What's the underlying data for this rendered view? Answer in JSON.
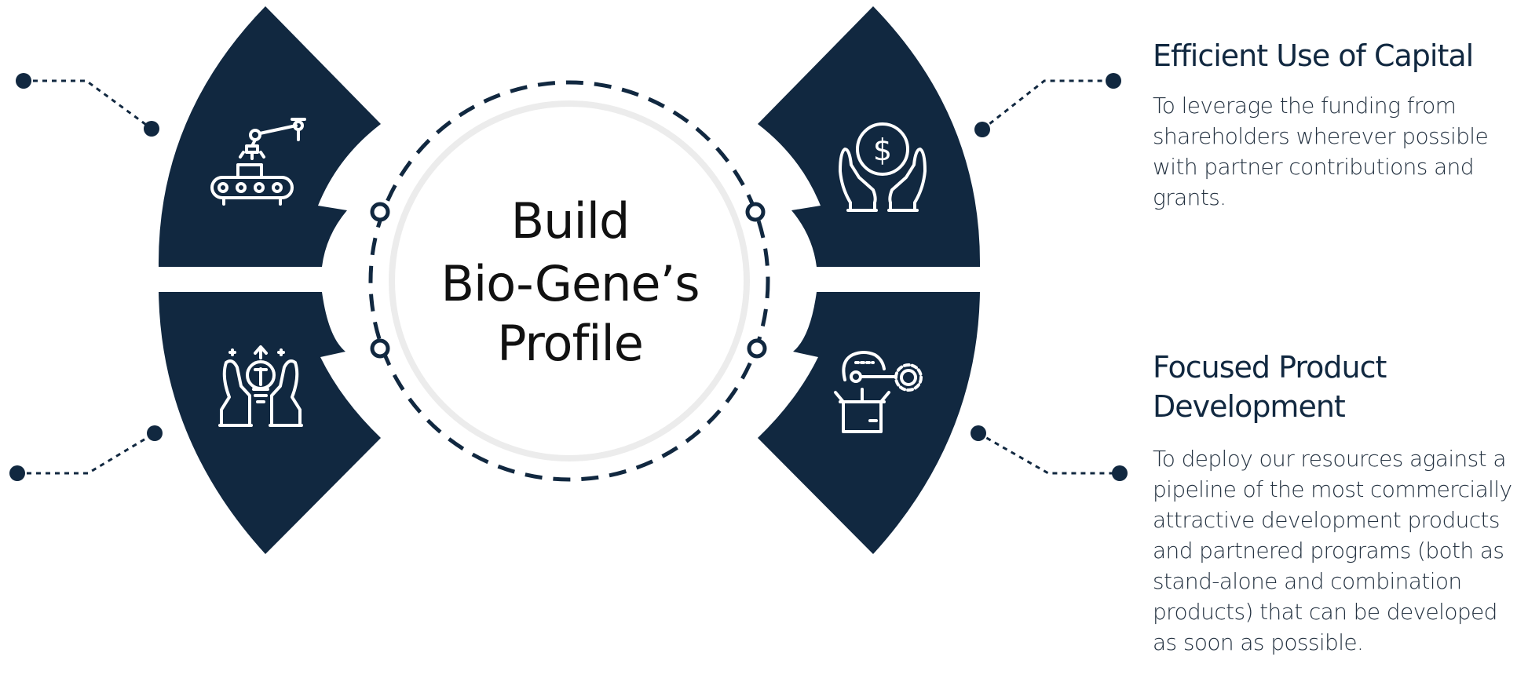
{
  "center": {
    "line1": "Build",
    "line2": "Bio-Gene’s",
    "line3": "Profile"
  },
  "icons": {
    "top_left": "robotic-arm-conveyor-icon",
    "bottom_left": "hands-lightbulb-icon",
    "top_right": "hands-dollar-coin-icon",
    "bottom_right": "lightbulb-box-gear-icon"
  },
  "sections": {
    "capital": {
      "title": "Efficient Use of Capital",
      "body": "To leverage the funding from shareholders wherever possible with partner contributions and grants."
    },
    "product": {
      "title_line1": "Focused Product",
      "title_line2": "Development",
      "body": "To deploy our resources against a pipeline of the most commercially attractive development products and partnered programs (both as stand-alone and combination products) that can be developed as soon as possible."
    }
  },
  "colors": {
    "navy": "#112840",
    "circle_border": "#ececec",
    "text_dark": "#111111"
  }
}
